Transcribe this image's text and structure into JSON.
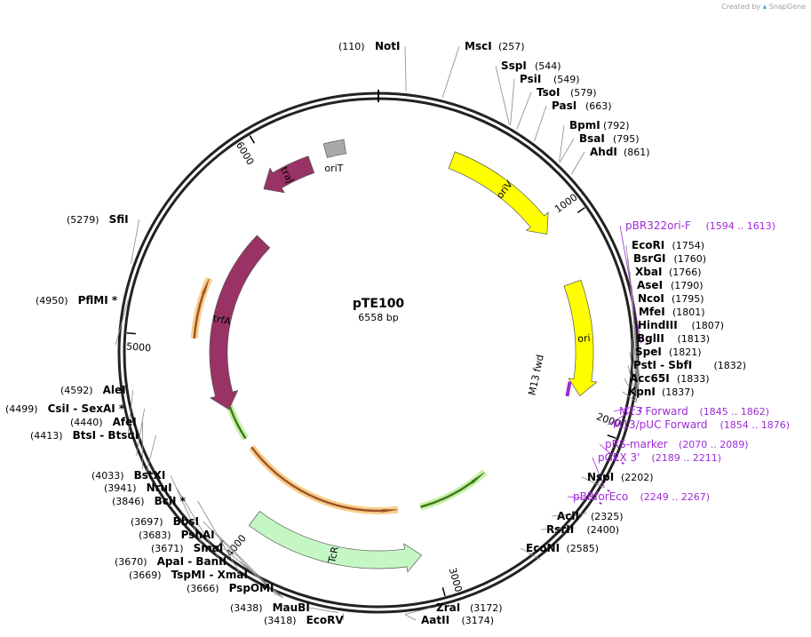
{
  "credit": {
    "prefix": "Created by",
    "brand": "SnapGene"
  },
  "plasmid": {
    "name": "pTE100",
    "length_label": "6558 bp",
    "length": 6558
  },
  "ticks": [
    {
      "label": "1000",
      "pos": 1000
    },
    {
      "label": "2000",
      "pos": 2000
    },
    {
      "label": "3000",
      "pos": 3000
    },
    {
      "label": "4000",
      "pos": 4000
    },
    {
      "label": "5000",
      "pos": 5000
    },
    {
      "label": "6000",
      "pos": 6000
    }
  ],
  "features": [
    {
      "name": "oriV",
      "start": 380,
      "end": 1000,
      "dir": "cw",
      "color": "#ffff00",
      "type": "arrow"
    },
    {
      "name": "ori",
      "start": 1280,
      "end": 1860,
      "dir": "cw",
      "color": "#ffff00",
      "type": "arrow"
    },
    {
      "name": "TcR",
      "start": 3060,
      "end": 3950,
      "dir": "ccw",
      "color": "#c5f7c5",
      "type": "arrow"
    },
    {
      "name": "trfA",
      "start": 4540,
      "end": 5720,
      "dir": "ccw",
      "color": "#993366",
      "type": "arrow"
    },
    {
      "name": "traJ",
      "start": 5920,
      "end": 6200,
      "dir": "ccw",
      "color": "#993366",
      "type": "arrow"
    },
    {
      "name": "oriT",
      "start": 6290,
      "end": 6390,
      "dir": "none",
      "color": "#a9a9a9",
      "type": "box"
    }
  ],
  "orfs": [
    {
      "start": 2520,
      "end": 3000,
      "dir": "ccw",
      "color": "#3d7a1b",
      "glow": "#c7f0a8"
    },
    {
      "start": 3150,
      "end": 4250,
      "dir": "ccw",
      "color": "#a0522d",
      "glow": "#f7d08a"
    },
    {
      "start": 4320,
      "end": 5250,
      "dir": "cw",
      "color": "#3d7a1b",
      "glow": "#c7f0a8"
    },
    {
      "start": 5000,
      "end": 5350,
      "dir": "cw",
      "color": "#a0522d",
      "glow": "#f7d08a"
    }
  ],
  "inner_primer": {
    "name": "M13 fwd",
    "pos": 1846
  },
  "enzymes_right": [
    {
      "name": "MscI",
      "num": "(257)",
      "pos": 257
    },
    {
      "name": "SspI",
      "num": "(544)",
      "pos": 544
    },
    {
      "name": "PsiI",
      "num": "(549)",
      "pos": 549
    },
    {
      "name": "TsoI",
      "num": "(579)",
      "pos": 579
    },
    {
      "name": "PasI",
      "num": "(663)",
      "pos": 663
    },
    {
      "name": "BpmI",
      "num": "(792)",
      "pos": 792
    },
    {
      "name": "BsaI",
      "num": "(795)",
      "pos": 795
    },
    {
      "name": "AhdI",
      "num": "(861)",
      "pos": 861
    },
    {
      "name": "EcoRI",
      "num": "(1754)",
      "pos": 1754
    },
    {
      "name": "BsrGI",
      "num": "(1760)",
      "pos": 1760
    },
    {
      "name": "XbaI",
      "num": "(1766)",
      "pos": 1766
    },
    {
      "name": "AseI",
      "num": "(1790)",
      "pos": 1790
    },
    {
      "name": "NcoI",
      "num": "(1795)",
      "pos": 1795
    },
    {
      "name": "MfeI",
      "num": "(1801)",
      "pos": 1801
    },
    {
      "name": "HindIII",
      "num": "(1807)",
      "pos": 1807
    },
    {
      "name": "BglII",
      "num": "(1813)",
      "pos": 1813
    },
    {
      "name": "SpeI",
      "num": "(1821)",
      "pos": 1821
    },
    {
      "name": "PstI - SbfI",
      "num": "(1832)",
      "pos": 1832
    },
    {
      "name": "Acc65I",
      "num": "(1833)",
      "pos": 1833
    },
    {
      "name": "KpnI",
      "num": "(1837)",
      "pos": 1837
    },
    {
      "name": "NspI",
      "num": "(2202)",
      "pos": 2202
    },
    {
      "name": "AclI",
      "num": "(2325)",
      "pos": 2325
    },
    {
      "name": "RsrII",
      "num": "(2400)",
      "pos": 2400
    },
    {
      "name": "EcoNI",
      "num": "(2585)",
      "pos": 2585
    },
    {
      "name": "ZraI",
      "num": "(3172)",
      "pos": 3172
    },
    {
      "name": "AatII",
      "num": "(3174)",
      "pos": 3174
    }
  ],
  "enzymes_left": [
    {
      "name": "NotI",
      "num": "(110)",
      "pos": 110
    },
    {
      "name": "SfiI",
      "num": "(5279)",
      "pos": 5279
    },
    {
      "name": "PflMI *",
      "num": "(4950)",
      "pos": 4950
    },
    {
      "name": "AleI",
      "num": "(4592)",
      "pos": 4592
    },
    {
      "name": "CsiI - SexAI *",
      "num": "(4499)",
      "pos": 4499
    },
    {
      "name": "AfeI",
      "num": "(4440)",
      "pos": 4440
    },
    {
      "name": "BtsI - BtsαI",
      "num": "(4413)",
      "pos": 4413
    },
    {
      "name": "BstXI",
      "num": "(4033)",
      "pos": 4033
    },
    {
      "name": "NruI",
      "num": "(3941)",
      "pos": 3941
    },
    {
      "name": "BclI *",
      "num": "(3846)",
      "pos": 3846
    },
    {
      "name": "BbsI",
      "num": "(3697)",
      "pos": 3697
    },
    {
      "name": "PshAI",
      "num": "(3683)",
      "pos": 3683
    },
    {
      "name": "SmaI",
      "num": "(3671)",
      "pos": 3671
    },
    {
      "name": "ApaI - BanII",
      "num": "(3670)",
      "pos": 3670
    },
    {
      "name": "TspMI - XmaI",
      "num": "(3669)",
      "pos": 3669
    },
    {
      "name": "PspOMI",
      "num": "(3666)",
      "pos": 3666
    },
    {
      "name": "MauBI",
      "num": "(3438)",
      "pos": 3438
    },
    {
      "name": "EcoRV",
      "num": "(3418)",
      "pos": 3418
    }
  ],
  "primers": [
    {
      "name": "pBR322ori-F",
      "num": "(1594 .. 1613)",
      "pos": 1603
    },
    {
      "name": "M13 Forward",
      "num": "(1845 .. 1862)",
      "pos": 1853
    },
    {
      "name": "M13/pUC Forward",
      "num": "(1854 .. 1876)",
      "pos": 1865
    },
    {
      "name": "pRS-marker",
      "num": "(2070 .. 2089)",
      "pos": 2080
    },
    {
      "name": "pGEX 3'",
      "num": "(2189 .. 2211)",
      "pos": 2200
    },
    {
      "name": "pBRforEco",
      "num": "(2249 .. 2267)",
      "pos": 2258
    }
  ],
  "colors": {
    "backbone": "#222222",
    "primer": "#9f2bd6",
    "leader": "#888888"
  }
}
